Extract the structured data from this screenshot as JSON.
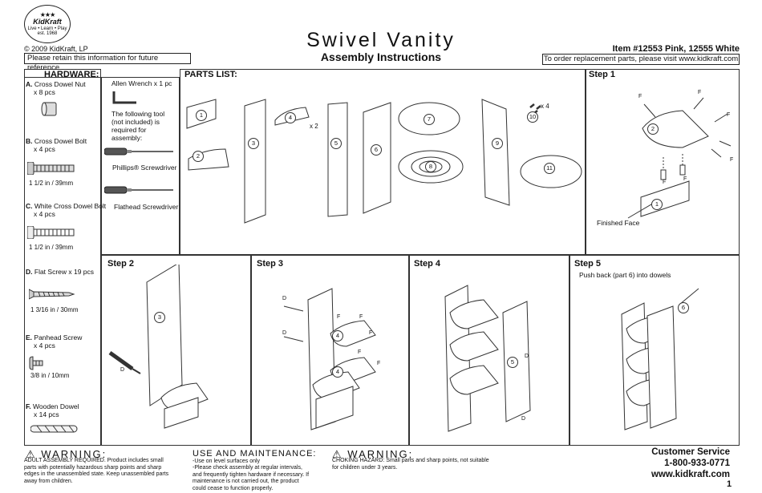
{
  "header": {
    "logo_text": "KidKraft",
    "logo_tagline": "Live • Learn • Play",
    "logo_est": "est. 1968",
    "copyright": "© 2009 KidKraft, LP",
    "retain_notice": "Please retain this information for future reference",
    "title": "Swivel Vanity",
    "subtitle": "Assembly Instructions",
    "item": "Item #12553 Pink, 12555 White",
    "order_notice": "To order replacement parts, please visit www.kidkraft.com"
  },
  "hardware": {
    "heading": "HARDWARE:",
    "items": [
      {
        "letter": "A.",
        "name": "Cross Dowel Nut",
        "qty": "x 8 pcs",
        "size": ""
      },
      {
        "letter": "B.",
        "name": "Cross Dowel Bolt",
        "qty": "x 4 pcs",
        "size": "1 1/2 in / 39mm"
      },
      {
        "letter": "C.",
        "name": "White Cross Dowel Bolt",
        "qty": "x 4 pcs",
        "size": "1 1/2 in / 39mm"
      },
      {
        "letter": "D.",
        "name": "Flat Screw x 19 pcs",
        "qty": "",
        "size": "1 3/16 in / 30mm"
      },
      {
        "letter": "E.",
        "name": "Panhead Screw",
        "qty": "x 4 pcs",
        "size": "3/8 in / 10mm"
      },
      {
        "letter": "F.",
        "name": "Wooden Dowel",
        "qty": "x 14 pcs",
        "size": ""
      }
    ],
    "allen_wrench": "Allen Wrench x 1 pc",
    "tools_note": "The following tool (not included) is required for assembly:",
    "phillips": "Phillips® Screwdriver",
    "flathead": "Flathead Screwdriver"
  },
  "parts": {
    "heading": "PARTS LIST:",
    "numbers": [
      "1",
      "2",
      "3",
      "4",
      "5",
      "6",
      "7",
      "8",
      "9",
      "10",
      "11"
    ],
    "qty4": "x 2",
    "qty10": "x 4"
  },
  "steps": {
    "step1": "Step 1",
    "finished_face": "Finished Face",
    "step2": "Step 2",
    "step3": "Step 3",
    "step4": "Step 4",
    "step5": "Step 5",
    "step5_note": "Push back (part 6) into dowels",
    "label_f": "F",
    "label_d": "D"
  },
  "footer": {
    "warning1_head": "WARNING:",
    "warning1_text": "ADULT ASSEMBLY REQUIRED. Product includes small parts with potentially hazardous sharp points and sharp edges in the unassembled state. Keep unassembled parts away from children.",
    "use_head": "USE AND MAINTENANCE:",
    "use_text1": "-Use on level surfaces only",
    "use_text2": "-Please check assembly at regular intervals, and frequently tighten hardware if necessary. If maintenance is not carried out, the product could cease to function properly.",
    "warning2_head": "WARNING:",
    "warning2_text": "CHOKING HAZARD: Small parts and sharp points, not suitable for children under 3 years.",
    "cs_head": "Customer Service",
    "cs_phone": "1-800-933-0771",
    "cs_web": "www.kidkraft.com",
    "page_number": "1"
  }
}
